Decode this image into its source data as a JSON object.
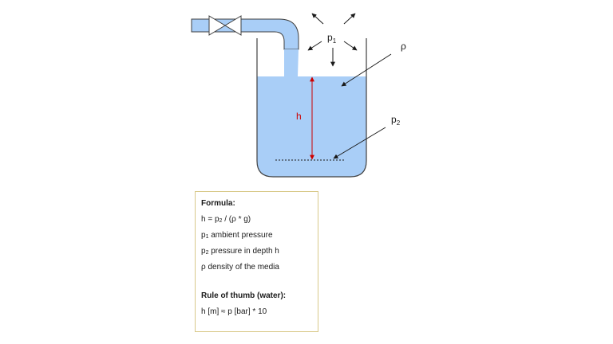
{
  "diagram": {
    "labels": {
      "p1_base": "p",
      "p1_sub": "1",
      "rho": "ρ",
      "h": "h",
      "p2_base": "p",
      "p2_sub": "2"
    }
  },
  "formula_box": {
    "title": "Formula:",
    "equation_lhs": "h = p",
    "equation_sub": "2",
    "equation_rhs": " / (ρ * g)",
    "p1_base": "p",
    "p1_sub": "1",
    "p1_text": " ambient pressure",
    "p2_base": "p",
    "p2_sub": "2",
    "p2_text": " pressure in depth h",
    "rho_text": "ρ  density of the media",
    "rule_title": "Rule of thumb (water):",
    "rule_text": "h [m] ≈ p [bar] * 10"
  },
  "colors": {
    "water": "#a9cef7",
    "container_stroke": "#404040",
    "height_arrow": "#cc0000",
    "box_border": "#d9c98a"
  }
}
